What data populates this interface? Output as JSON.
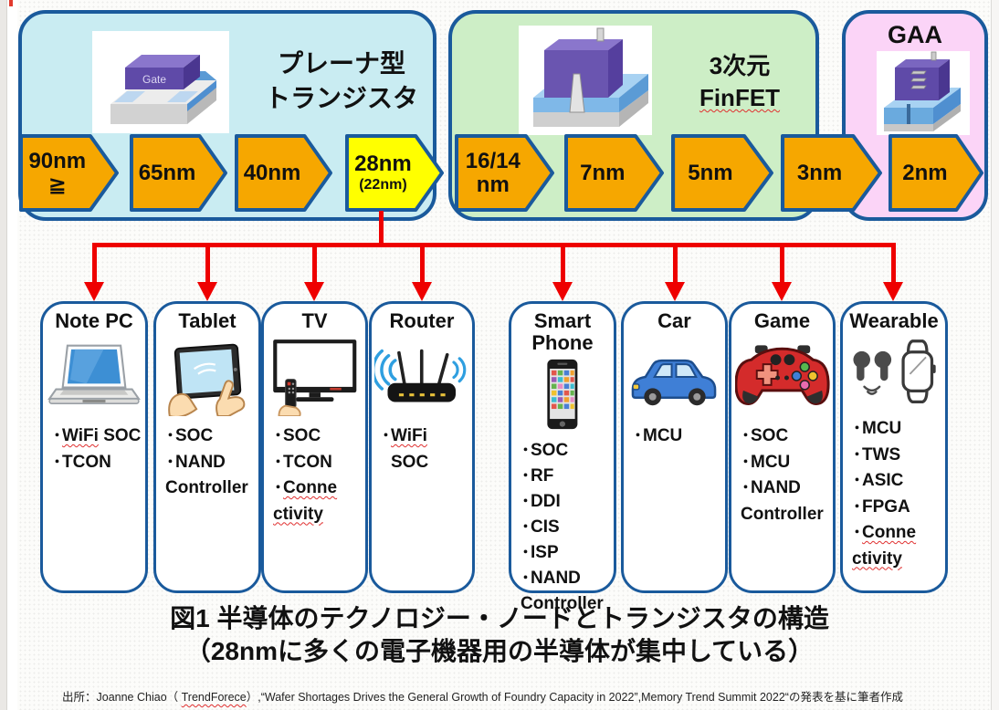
{
  "ui": {
    "bullet": "・"
  },
  "colors": {
    "border_blue": "#1A5A9C",
    "arrow_red": "#EE0000",
    "chevron_orange": "#F6A700",
    "chevron_yellow": "#FFFF00",
    "planar_bg": "#C9ECF2",
    "finfet_bg": "#CDEEC6",
    "gaa_bg": "#FBD4F7"
  },
  "groups": [
    {
      "name": "planar",
      "title_lines": [
        "プレーナ型",
        "トランジスタ"
      ],
      "gate_label": "Gate"
    },
    {
      "name": "finfet",
      "title_lines": [
        "3次元",
        "FinFET"
      ]
    },
    {
      "name": "gaa",
      "title_lines": [
        "GAA"
      ]
    }
  ],
  "nodes": [
    {
      "line1": "90nm",
      "line2": "≧",
      "fill": "#F6A700"
    },
    {
      "line1": "65nm",
      "line2": "",
      "fill": "#F6A700"
    },
    {
      "line1": "40nm",
      "line2": "",
      "fill": "#F6A700"
    },
    {
      "line1": "28nm",
      "line2": "(22nm)",
      "fill": "#FFFF00"
    },
    {
      "line1": "16/14",
      "line2": "nm",
      "fill": "#F6A700"
    },
    {
      "line1": "7nm",
      "line2": "",
      "fill": "#F6A700"
    },
    {
      "line1": "5nm",
      "line2": "",
      "fill": "#F6A700"
    },
    {
      "line1": "3nm",
      "line2": "",
      "fill": "#F6A700"
    },
    {
      "line1": "2nm",
      "line2": "",
      "fill": "#F6A700"
    }
  ],
  "devices": [
    {
      "title": "Note PC",
      "icon": "laptop-icon",
      "lines": [
        [
          "WiFi",
          " SOC"
        ],
        [
          "TCON"
        ]
      ]
    },
    {
      "title": "Tablet",
      "icon": "tablet-icon",
      "lines": [
        [
          "SOC"
        ],
        [
          "NAND"
        ],
        [
          "Controller"
        ]
      ]
    },
    {
      "title": "TV",
      "icon": "tv-icon",
      "lines": [
        [
          "SOC"
        ],
        [
          "TCON"
        ],
        [
          "Conne"
        ],
        [
          "ctivity"
        ]
      ]
    },
    {
      "title": "Router",
      "icon": "router-icon",
      "lines": [
        [
          "WiFi",
          " SOC"
        ]
      ]
    },
    {
      "title": "Smart Phone",
      "icon": "smartphone-icon",
      "lines": [
        [
          "SOC"
        ],
        [
          "RF"
        ],
        [
          "DDI"
        ],
        [
          "CIS"
        ],
        [
          "ISP"
        ],
        [
          "NAND"
        ],
        [
          "Controller"
        ]
      ]
    },
    {
      "title": "Car",
      "icon": "car-icon",
      "lines": [
        [
          "MCU"
        ]
      ]
    },
    {
      "title": "Game",
      "icon": "gamepad-icon",
      "lines": [
        [
          "SOC"
        ],
        [
          "MCU"
        ],
        [
          "NAND"
        ],
        [
          "Controller"
        ]
      ]
    },
    {
      "title": "Wearable",
      "icon": "wearable-icon",
      "lines": [
        [
          "MCU"
        ],
        [
          "TWS"
        ],
        [
          "ASIC"
        ],
        [
          "FPGA"
        ],
        [
          "Conne"
        ],
        [
          "ctivity"
        ]
      ]
    }
  ],
  "caption": {
    "line1": "図1  半導体のテクノロジー・ノードとトランジスタの構造",
    "line2": "（28nmに多くの電子機器用の半導体が集中している）"
  },
  "source": {
    "pre": "出所：Joanne Chiao（ ",
    "wavy": "TrendForece",
    "post": "）,“Wafer Shortages Drives the General Growth of Foundry Capacity in 2022”,Memory Trend Summit 2022“の発表を基に筆者作成"
  }
}
